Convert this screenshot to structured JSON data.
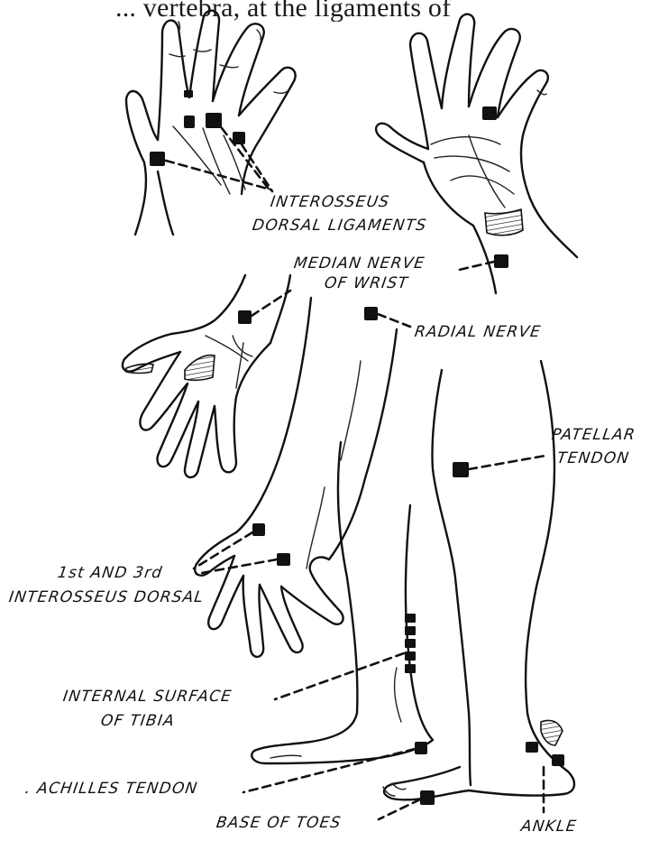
{
  "header": {
    "text": "... vertebra, at the ligaments of"
  },
  "labels": {
    "interosseus_dorsal_ligaments_1": "INTEROSSEUS",
    "interosseus_dorsal_ligaments_2": "DORSAL LIGAMENTS",
    "median_nerve_1": "MEDIAN NERVE",
    "median_nerve_2": "OF WRIST",
    "radial_nerve": "RADIAL NERVE",
    "patellar_tendon_1": "PATELLAR",
    "patellar_tendon_2": "TENDON",
    "interosseus_dorsal_1": "1st AND 3rd",
    "interosseus_dorsal_2": "INTEROSSEUS DORSAL",
    "internal_tibia_1": "INTERNAL SURFACE",
    "internal_tibia_2": "OF TIBIA",
    "achilles_tendon": ". ACHILLES TENDON",
    "base_of_toes": "BASE OF TOES",
    "ankle": "ANKLE"
  }
}
